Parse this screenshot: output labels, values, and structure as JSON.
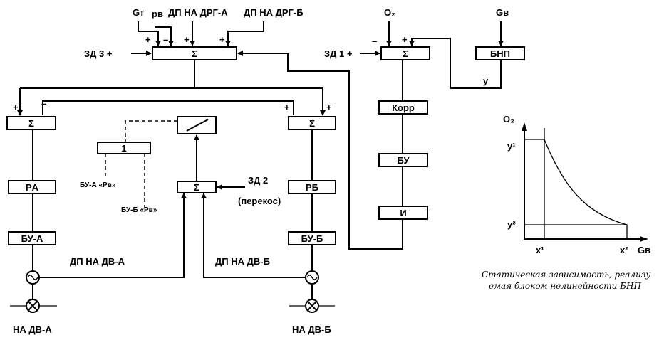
{
  "inputs": {
    "gt": "Gт",
    "pv": "pв",
    "dp_drg_a": "ДП НА ДРГ-А",
    "dp_drg_b": "ДП НА ДРГ-Б",
    "o2": "O₂",
    "gv": "Gв",
    "zd3": "ЗД 3 +",
    "zd1": "ЗД 1 +",
    "zd2_line1": "ЗД 2",
    "zd2_line2": "(перекос)"
  },
  "blocks": {
    "sum_main": "Σ",
    "sum_o2": "Σ",
    "sum_left": "Σ",
    "sum_right": "Σ",
    "sum_mid": "Σ",
    "bnp": "БНП",
    "korr": "Корр",
    "bu": "БУ",
    "i": "И",
    "pa": "PА",
    "pb": "PБ",
    "bu_a": "БУ-А",
    "bu_b": "БУ-Б",
    "one": "1"
  },
  "labels": {
    "y_signal": "y",
    "bu_a_p": "БУ-А «Pв»",
    "bu_b_p": "БУ-Б «Pв»",
    "dp_dv_a": "ДП НА ДВ-А",
    "dp_dv_b": "ДП НА ДВ-Б",
    "na_dv_a": "НА ДВ-А",
    "na_dv_b": "НА ДВ-Б"
  },
  "signs": {
    "plus": "+",
    "minus": "–"
  },
  "graph": {
    "y_axis": "O₂",
    "x_axis": "Gв",
    "y_top": "y¹",
    "y_bottom": "y²",
    "x_left": "x¹",
    "x_right": "x²",
    "caption_line1": "Статическая зависимость, реализу-",
    "caption_line2": "емая блоком нелинейности БНП"
  }
}
